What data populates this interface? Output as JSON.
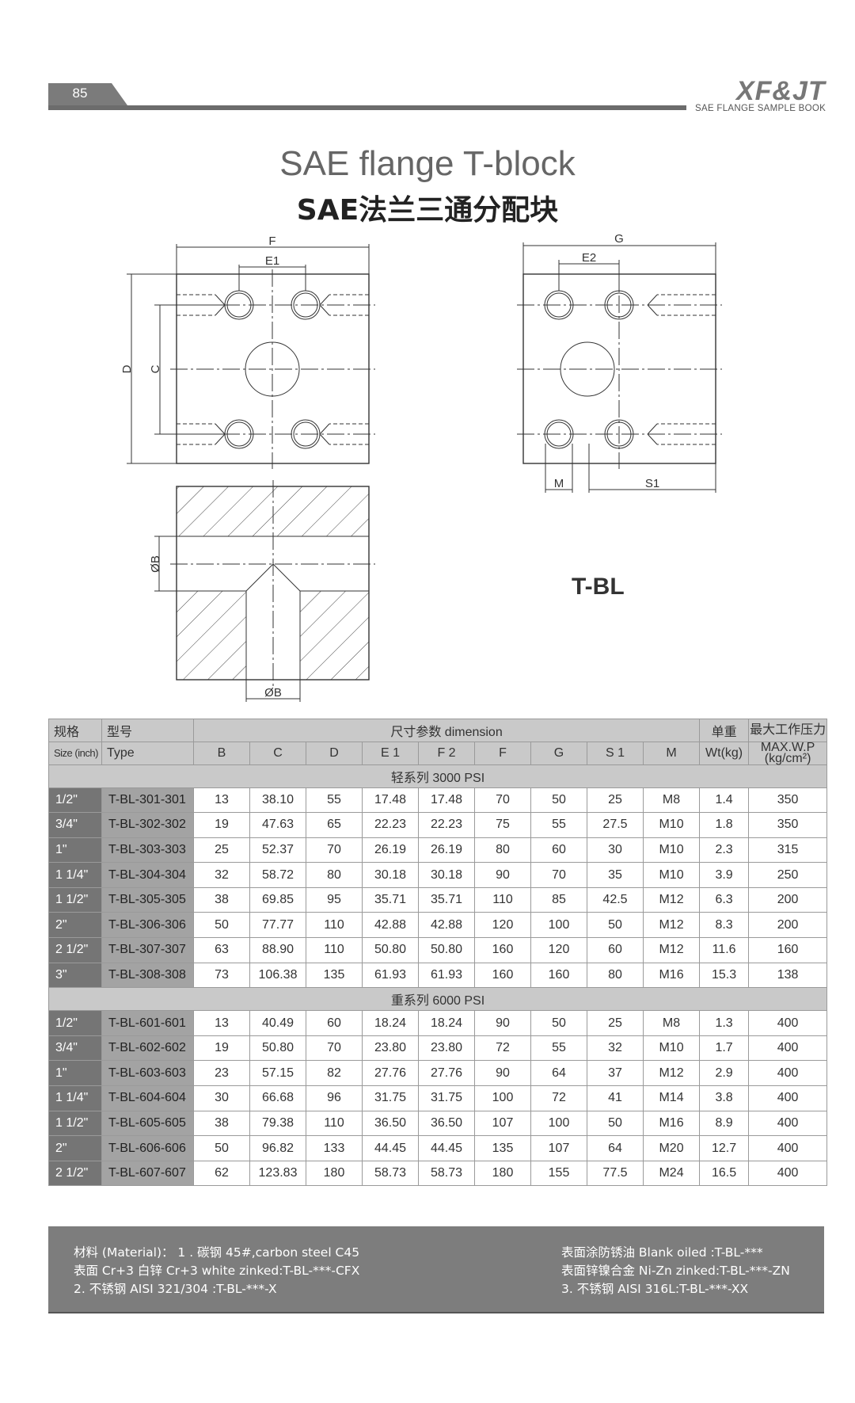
{
  "header": {
    "page_number": "85",
    "logo": "XF&JT",
    "logo_sub": "SAE FLANGE SAMPLE BOOK"
  },
  "title": {
    "en": "SAE flange T-block",
    "cn": "SAE法兰三通分配块"
  },
  "drawing": {
    "labels": {
      "F": "F",
      "E1": "E1",
      "D": "D",
      "C": "C",
      "G": "G",
      "E2": "E2",
      "M": "M",
      "S1": "S1",
      "B1": "ØB",
      "B2": "ØB"
    },
    "model_code": "T-BL"
  },
  "table": {
    "header_cn": {
      "size": "规格",
      "type": "型号",
      "dimension": "尺寸参数 dimension",
      "weight": "单重",
      "pressure": "最大工作压力"
    },
    "header_en": {
      "size": "Size (inch)",
      "type": "Type",
      "weight": "Wt(kg)",
      "pressure_1": "MAX.W.P",
      "pressure_2": "(kg/cm²)"
    },
    "dim_columns": [
      "B",
      "C",
      "D",
      "E 1",
      "F 2",
      "F",
      "G",
      "S 1",
      "M"
    ],
    "sections": [
      {
        "title": "轻系列 3000 PSI",
        "rows": [
          [
            "1/2\"",
            "T-BL-301-301",
            "13",
            "38.10",
            "55",
            "17.48",
            "17.48",
            "70",
            "50",
            "25",
            "M8",
            "1.4",
            "350"
          ],
          [
            "3/4\"",
            "T-BL-302-302",
            "19",
            "47.63",
            "65",
            "22.23",
            "22.23",
            "75",
            "55",
            "27.5",
            "M10",
            "1.8",
            "350"
          ],
          [
            "1\"",
            "T-BL-303-303",
            "25",
            "52.37",
            "70",
            "26.19",
            "26.19",
            "80",
            "60",
            "30",
            "M10",
            "2.3",
            "315"
          ],
          [
            "1 1/4\"",
            "T-BL-304-304",
            "32",
            "58.72",
            "80",
            "30.18",
            "30.18",
            "90",
            "70",
            "35",
            "M10",
            "3.9",
            "250"
          ],
          [
            "1 1/2\"",
            "T-BL-305-305",
            "38",
            "69.85",
            "95",
            "35.71",
            "35.71",
            "110",
            "85",
            "42.5",
            "M12",
            "6.3",
            "200"
          ],
          [
            "2\"",
            "T-BL-306-306",
            "50",
            "77.77",
            "110",
            "42.88",
            "42.88",
            "120",
            "100",
            "50",
            "M12",
            "8.3",
            "200"
          ],
          [
            "2 1/2\"",
            "T-BL-307-307",
            "63",
            "88.90",
            "110",
            "50.80",
            "50.80",
            "160",
            "120",
            "60",
            "M12",
            "11.6",
            "160"
          ],
          [
            "3\"",
            "T-BL-308-308",
            "73",
            "106.38",
            "135",
            "61.93",
            "61.93",
            "160",
            "160",
            "80",
            "M16",
            "15.3",
            "138"
          ]
        ]
      },
      {
        "title": "重系列 6000 PSI",
        "rows": [
          [
            "1/2\"",
            "T-BL-601-601",
            "13",
            "40.49",
            "60",
            "18.24",
            "18.24",
            "90",
            "50",
            "25",
            "M8",
            "1.3",
            "400"
          ],
          [
            "3/4\"",
            "T-BL-602-602",
            "19",
            "50.80",
            "70",
            "23.80",
            "23.80",
            "72",
            "55",
            "32",
            "M10",
            "1.7",
            "400"
          ],
          [
            "1\"",
            "T-BL-603-603",
            "23",
            "57.15",
            "82",
            "27.76",
            "27.76",
            "90",
            "64",
            "37",
            "M12",
            "2.9",
            "400"
          ],
          [
            "1 1/4\"",
            "T-BL-604-604",
            "30",
            "66.68",
            "96",
            "31.75",
            "31.75",
            "100",
            "72",
            "41",
            "M14",
            "3.8",
            "400"
          ],
          [
            "1 1/2\"",
            "T-BL-605-605",
            "38",
            "79.38",
            "110",
            "36.50",
            "36.50",
            "107",
            "100",
            "50",
            "M16",
            "8.9",
            "400"
          ],
          [
            "2\"",
            "T-BL-606-606",
            "50",
            "96.82",
            "133",
            "44.45",
            "44.45",
            "135",
            "107",
            "64",
            "M20",
            "12.7",
            "400"
          ],
          [
            "2 1/2\"",
            "T-BL-607-607",
            "62",
            "123.83",
            "180",
            "58.73",
            "58.73",
            "180",
            "155",
            "77.5",
            "M24",
            "16.5",
            "400"
          ]
        ]
      }
    ]
  },
  "footer": {
    "left": [
      "材料 (Material)： 1 . 碳钢 45#,carbon steel C45",
      "表面 Cr+3 白锌    Cr+3 white zinked:T-BL-***-CFX",
      "2. 不锈钢 AISI 321/304   :T-BL-***-X"
    ],
    "right": [
      "表面涂防锈油 Blank oiled   :T-BL-***",
      "表面锌镍合金 Ni-Zn zinked:T-BL-***-ZN",
      "3.  不锈钢 AISI 316L:T-BL-***-XX"
    ]
  }
}
